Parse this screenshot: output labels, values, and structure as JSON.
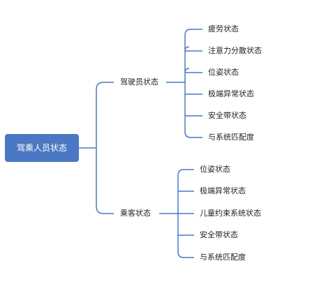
{
  "root": {
    "label": "驾乘人员状态"
  },
  "branches": [
    {
      "label": "驾驶员状态",
      "children": [
        "疲劳状态",
        "注意力分散状态",
        "位姿状态",
        "极端异常状态",
        "安全带状态",
        "与系统匹配度"
      ]
    },
    {
      "label": "乘客状态",
      "children": [
        "位姿状态",
        "极端异常状态",
        "儿童约束系统状态",
        "安全带状态",
        "与系统匹配度"
      ]
    }
  ],
  "colors": {
    "node": "#4a78c4",
    "line": "#4a78c4",
    "text": "#222222"
  }
}
